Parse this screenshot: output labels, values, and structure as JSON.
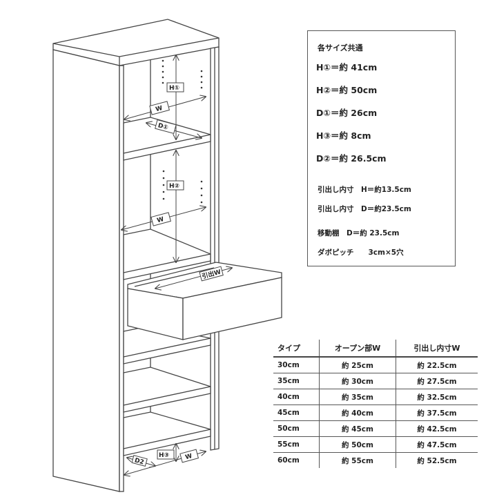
{
  "diagram": {
    "subject": "bookshelf-with-drawer",
    "labels": {
      "h1": "H①",
      "h2": "H②",
      "h3": "H③",
      "d1": "D①",
      "d2": "D2",
      "w_top": "W",
      "w_mid": "W",
      "w_bottom": "W",
      "drawer_w": "引出W"
    }
  },
  "spec_box": {
    "title": "各サイズ共通",
    "items": [
      {
        "label": "H①＝約 41cm"
      },
      {
        "label": "H②＝約 50cm"
      },
      {
        "label": "D①＝約 26cm"
      },
      {
        "label": "H③＝約 8cm"
      },
      {
        "label": "D②＝約 26.5cm"
      }
    ],
    "notes": [
      {
        "label": "引出し内寸　H＝約13.5cm"
      },
      {
        "label": "引出し内寸　D＝約23.5cm"
      },
      {
        "label": "移動棚　D＝約 23.5cm"
      },
      {
        "label": "ダボピッチ　　3cm×5穴"
      }
    ]
  },
  "size_table": {
    "headers": [
      "タイプ",
      "オープン部W",
      "引出し内寸W"
    ],
    "rows": [
      [
        "30cm",
        "約 25cm",
        "約 22.5cm"
      ],
      [
        "35cm",
        "約 30cm",
        "約 27.5cm"
      ],
      [
        "40cm",
        "約 35cm",
        "約 32.5cm"
      ],
      [
        "45cm",
        "約 40cm",
        "約 37.5cm"
      ],
      [
        "50cm",
        "約 45cm",
        "約 42.5cm"
      ],
      [
        "55cm",
        "約 50cm",
        "約 47.5cm"
      ],
      [
        "60cm",
        "約 55cm",
        "約 52.5cm"
      ]
    ]
  }
}
